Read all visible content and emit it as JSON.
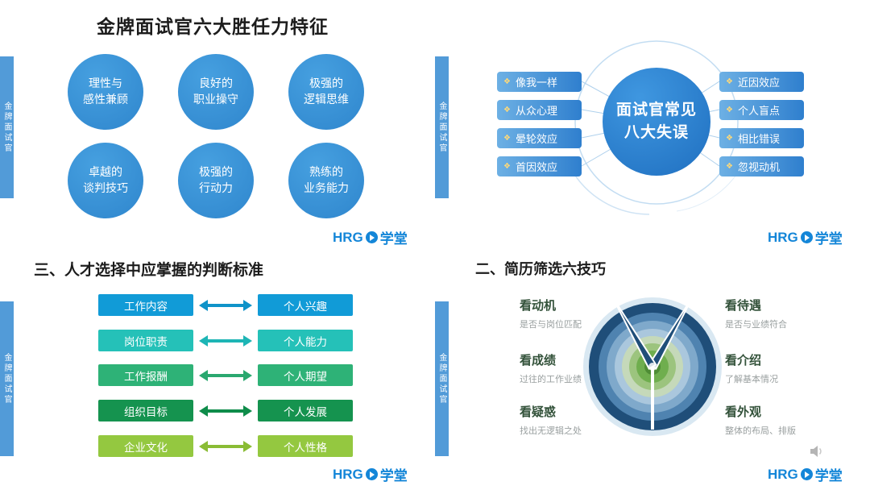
{
  "sidebar_label": "金牌面试官",
  "brand": {
    "hrg": "HRG",
    "school": "学堂"
  },
  "colors": {
    "accent_blue": "#1486d8",
    "bar_blue": "#529bd8",
    "circle_blue": "#3390d5",
    "center_circle_blue": "#2478c8",
    "row_colors": [
      "#119bd7",
      "#25c1b8",
      "#2eb277",
      "#15934f",
      "#94c840"
    ],
    "target_navy": "#1f4e79",
    "target_green": "#6fae4e"
  },
  "q1": {
    "title": "金牌面试官六大胜任力特征",
    "circles": [
      {
        "line1": "理性与",
        "line2": "感性兼顾"
      },
      {
        "line1": "良好的",
        "line2": "职业操守"
      },
      {
        "line1": "极强的",
        "line2": "逻辑思维"
      },
      {
        "line1": "卓越的",
        "line2": "谈判技巧"
      },
      {
        "line1": "极强的",
        "line2": "行动力"
      },
      {
        "line1": "熟练的",
        "line2": "业务能力"
      }
    ]
  },
  "q2": {
    "center_line1": "面试官常见",
    "center_line2": "八大失误",
    "bullet_icon": "❖",
    "left_items": [
      "像我一样",
      "从众心理",
      "晕轮效应",
      "首因效应"
    ],
    "right_items": [
      "近因效应",
      "个人盲点",
      "相比错误",
      "忽视动机"
    ]
  },
  "q3": {
    "title": "三、人才选择中应掌握的判断标准",
    "rows": [
      {
        "left": "工作内容",
        "right": "个人兴趣",
        "color": "#119bd7"
      },
      {
        "left": "岗位职责",
        "right": "个人能力",
        "color": "#25c1b8"
      },
      {
        "left": "工作报酬",
        "right": "个人期望",
        "color": "#2eb277"
      },
      {
        "left": "组织目标",
        "right": "个人发展",
        "color": "#15934f"
      },
      {
        "left": "企业文化",
        "right": "个人性格",
        "color": "#94c840"
      }
    ]
  },
  "q4": {
    "title": "二、简历筛选六技巧",
    "left_labels": [
      {
        "title": "看动机",
        "sub": "是否与岗位匹配"
      },
      {
        "title": "看成绩",
        "sub": "过往的工作业绩"
      },
      {
        "title": "看疑惑",
        "sub": "找出无逻辑之处"
      }
    ],
    "right_labels": [
      {
        "title": "看待遇",
        "sub": "是否与业绩符合"
      },
      {
        "title": "看介绍",
        "sub": "了解基本情况"
      },
      {
        "title": "看外观",
        "sub": "整体的布局、排版"
      }
    ]
  }
}
